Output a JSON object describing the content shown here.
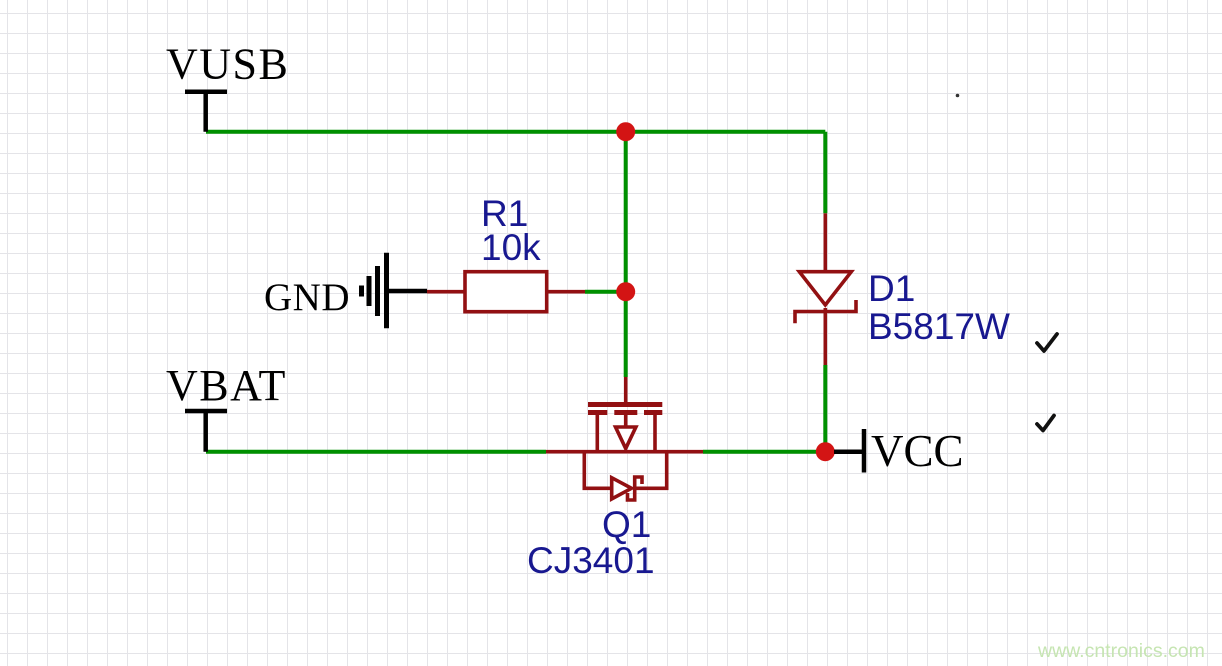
{
  "colors": {
    "wire_green": "#009000",
    "component_red": "#921012",
    "junction_red": "#d31414",
    "label_blue": "#181890",
    "port_black": "#000000",
    "grid": "#e4e4e8",
    "watermark_green": "#c6e5b2"
  },
  "ports": {
    "vusb": "VUSB",
    "vbat": "VBAT",
    "vcc": "VCC",
    "gnd": "GND"
  },
  "components": {
    "resistor": {
      "ref": "R1",
      "value": "10k"
    },
    "mosfet": {
      "ref": "Q1",
      "value": "CJ3401"
    },
    "diode": {
      "ref": "D1",
      "value": "B5817W"
    }
  },
  "annotations": {
    "check1": "✓",
    "check2": "✓"
  },
  "watermark": "www.cntronics.com"
}
